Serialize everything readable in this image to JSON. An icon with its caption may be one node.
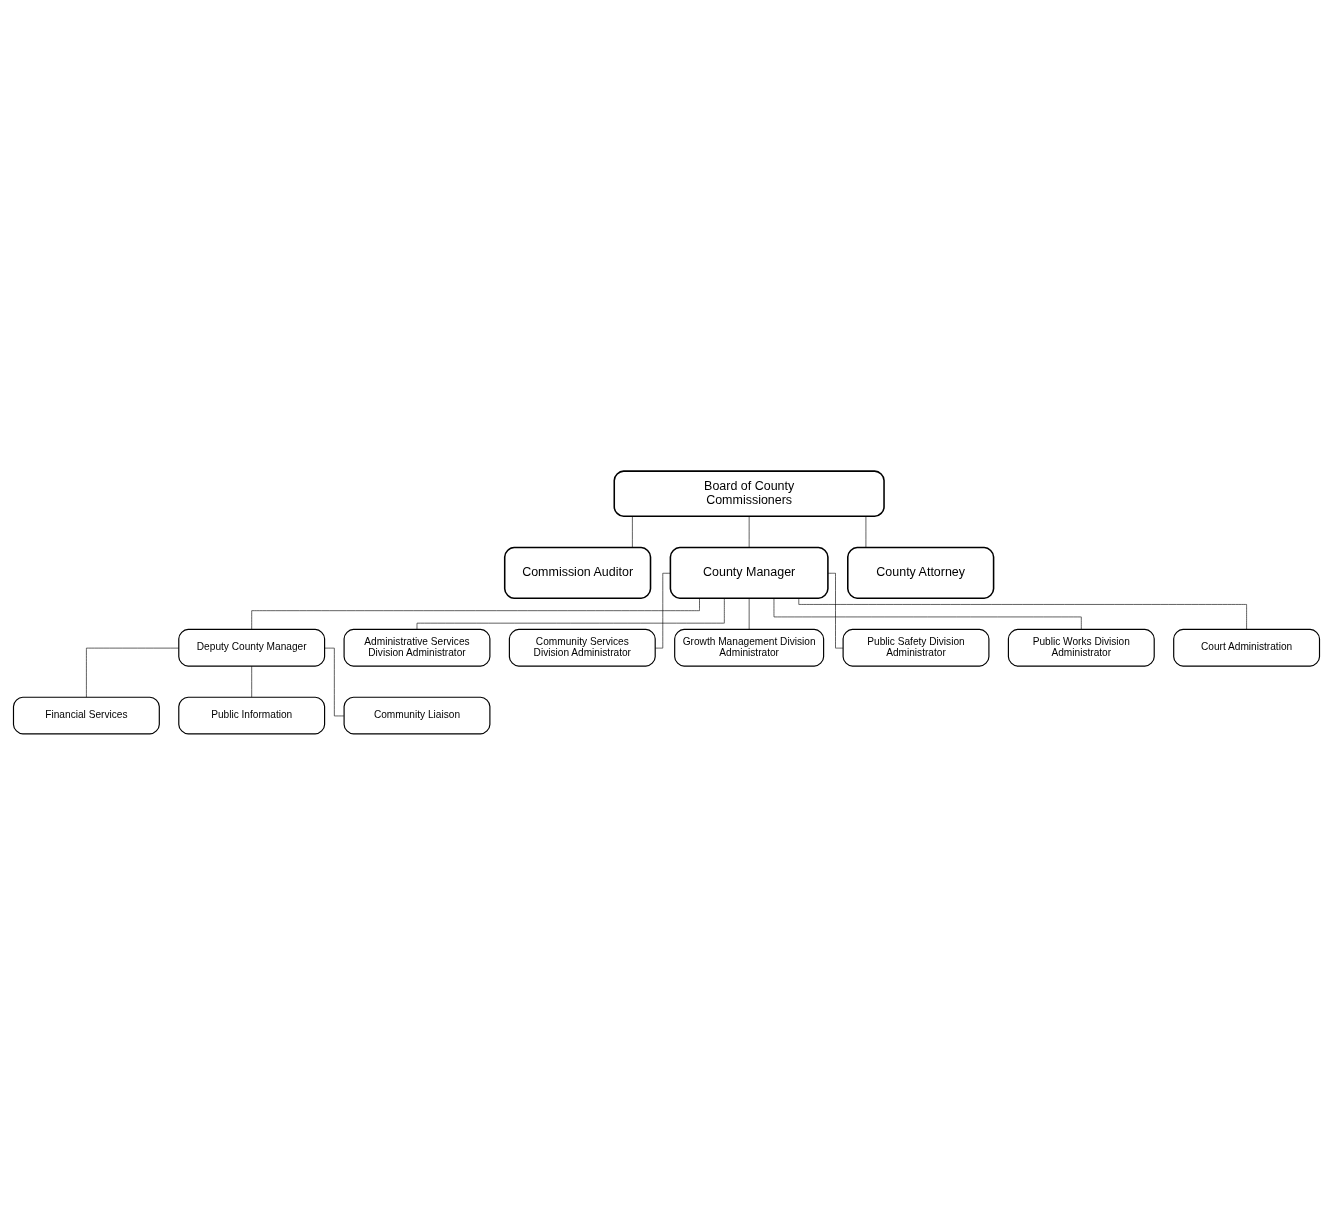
{
  "diagram": {
    "nodes": [
      {
        "text": [
          "Board of County Commissioners"
        ]
      },
      {
        "text": [
          "Commission Auditor"
        ]
      },
      {
        "text": [
          "County Manager"
        ]
      },
      {
        "text": [
          "County Attorney"
        ]
      },
      {
        "text": [
          "Deputy County Manager"
        ]
      },
      {
        "text": [
          "Financial Services"
        ]
      },
      {
        "text": [
          "Public Information"
        ]
      },
      {
        "text": [
          "Community Liaison"
        ]
      },
      {
        "text": [
          "Administrative Services Division Administrator"
        ]
      },
      {
        "text": [
          "Community Services Division Administrator"
        ]
      },
      {
        "text": [
          "Growth Management Division Administrator"
        ]
      },
      {
        "text": [
          "Public Safety Division Administrator"
        ]
      },
      {
        "text": [
          "Public Works Division Administrator"
        ]
      },
      {
        "text": [
          "Court Administration"
        ]
      }
    ],
    "edges": [
      {
        "from": 0,
        "to": 1,
        "arrow": "none"
      },
      {
        "from": 0,
        "to": 2,
        "arrow": "none"
      },
      {
        "from": 0,
        "to": 3,
        "arrow": "none"
      },
      {
        "from": 2,
        "to": 4,
        "arrow": "none"
      },
      {
        "from": 2,
        "to": 8,
        "arrow": "none"
      },
      {
        "from": 2,
        "to": 9,
        "arrow": "none"
      },
      {
        "from": 2,
        "to": 10,
        "arrow": "none"
      },
      {
        "from": 2,
        "to": 11,
        "arrow": "none"
      },
      {
        "from": 2,
        "to": 12,
        "arrow": "none"
      },
      {
        "from": 2,
        "to": 13,
        "arrow": "none"
      },
      {
        "from": 4,
        "to": 5,
        "arrow": "none"
      },
      {
        "from": 4,
        "to": 6,
        "arrow": "none"
      },
      {
        "from": 4,
        "to": 7,
        "arrow": "none"
      }
    ]
  }
}
